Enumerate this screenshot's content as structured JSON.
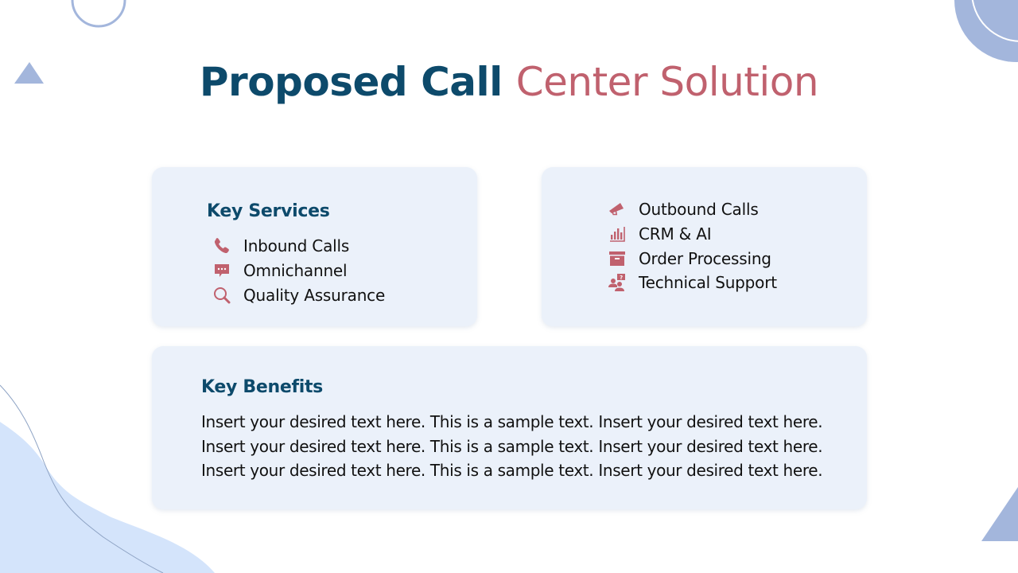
{
  "title": {
    "part1": "Proposed Call",
    "part2": "Center Solution",
    "color_primary": "#0d4a6b",
    "color_accent": "#c0616e"
  },
  "key_services_card": {
    "heading": "Key Services",
    "items": [
      {
        "icon": "phone-icon",
        "label": "Inbound Calls"
      },
      {
        "icon": "chat-bubble-icon",
        "label": "Omnichannel"
      },
      {
        "icon": "magnifier-icon",
        "label": "Quality Assurance"
      }
    ]
  },
  "more_services_card": {
    "items": [
      {
        "icon": "megaphone-icon",
        "label": "Outbound Calls"
      },
      {
        "icon": "bar-chart-icon",
        "label": "CRM & AI"
      },
      {
        "icon": "archive-box-icon",
        "label": "Order Processing"
      },
      {
        "icon": "support-people-icon",
        "label": "Technical Support"
      }
    ]
  },
  "key_benefits_card": {
    "heading": "Key Benefits",
    "lines": [
      "Insert your desired text here. This is a sample text. Insert your desired text here.",
      "Insert your desired text here. This is a sample text. Insert your desired text here.",
      "Insert your desired text here. This is a sample text. Insert your desired text here."
    ]
  },
  "colors": {
    "card_bg": "#ebf1fa",
    "icon": "#c0616e",
    "decoration": "#a3b6dc",
    "wave": "#d4e4fb"
  }
}
